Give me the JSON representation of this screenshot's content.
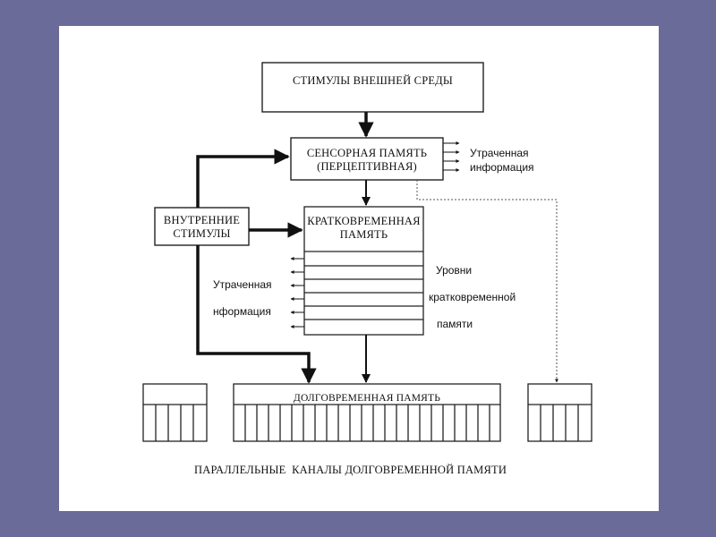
{
  "diagram": {
    "external_stimuli": "СТИМУЛЫ ВНЕШНЕЙ СРЕДЫ",
    "sensory_memory": [
      "СЕНСОРНАЯ ПАМЯТЬ",
      "(ПЕРЦЕПТИВНАЯ)"
    ],
    "lost_info_right": [
      "Утраченная",
      "информация"
    ],
    "internal_stimuli": [
      "ВНУТРЕННИЕ",
      "СТИМУЛЫ"
    ],
    "short_term_memory": [
      "КРАТКОВРЕМЕННАЯ",
      "ПАМЯТЬ"
    ],
    "lost_info_left": [
      "Утраченная",
      "нформация"
    ],
    "stm_levels": [
      "Уровни",
      "кратковременной",
      "памяти"
    ],
    "long_term_memory": "ДОЛГОВРЕМЕННАЯ ПАМЯТЬ",
    "parallel_channels": "ПАРАЛЛЕЛЬНЫЕ  КАНАЛЫ ДОЛГОВРЕМЕННОЙ ПАМЯТИ"
  }
}
